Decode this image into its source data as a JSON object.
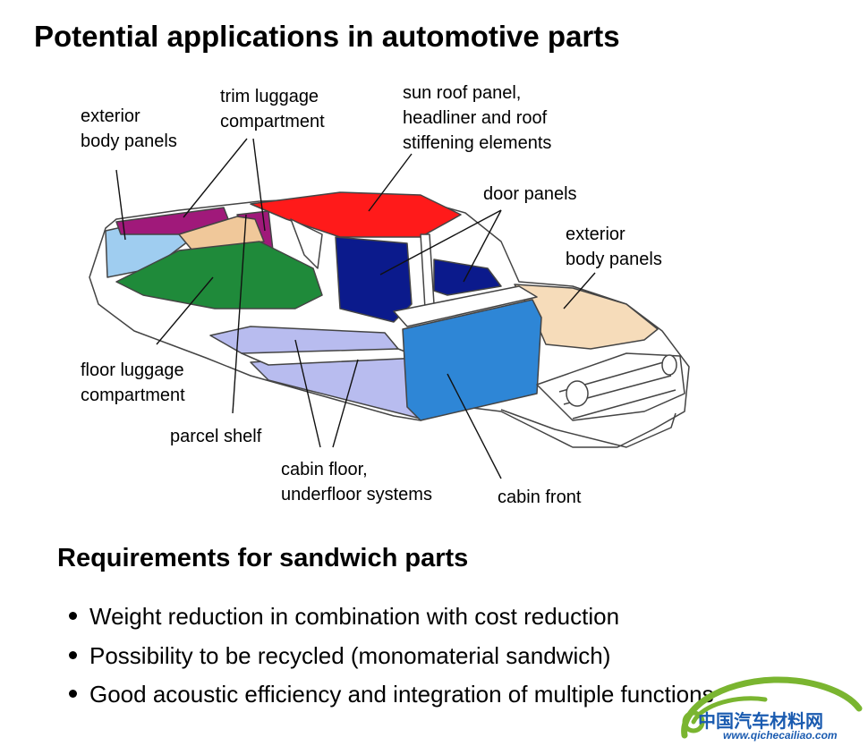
{
  "title": "Potential applications in automotive parts",
  "labels": {
    "exterior_body_panels_left": "exterior\nbody panels",
    "trim_luggage": "trim luggage\ncompartment",
    "sun_roof": "sun roof panel,\nheadliner and roof\nstiffening elements",
    "door_panels": "door panels",
    "exterior_body_panels_right": "exterior\nbody panels",
    "floor_luggage": "floor luggage\ncompartment",
    "parcel_shelf": "parcel shelf",
    "cabin_floor": "cabin floor,\nunderfloor systems",
    "cabin_front": "cabin front"
  },
  "requirements": {
    "title": "Requirements for sandwich parts",
    "items": [
      "Weight reduction in combination with cost reduction",
      "Possibility to be recycled (monomaterial sandwich)",
      "Good acoustic efficiency and integration of multiple functions"
    ]
  },
  "watermark": {
    "cn": "中国汽车材料网",
    "url": "www.qichecailiao.com"
  },
  "colors": {
    "roof": "#ff1a1a",
    "door": "#0b1a8c",
    "cabin_front": "#2e86d6",
    "floor": "#b8bcef",
    "exterior_left": "#9fcdf0",
    "exterior_right": "#f6dcba",
    "luggage_floor": "#1f8a3a",
    "trim": "#a0197a",
    "parcel": "#f0c89a",
    "watermark_green": "#7ab530",
    "watermark_blue": "#1a5bb0"
  }
}
